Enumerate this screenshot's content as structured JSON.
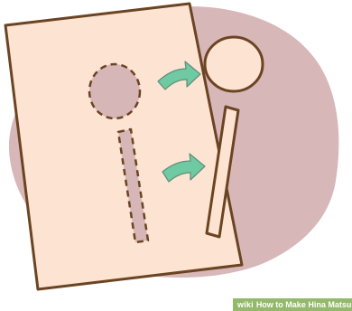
{
  "palette": {
    "background": "#ffffff",
    "blob": "#d8b7b9",
    "paper": "#fde4d2",
    "outline": "#6b4423",
    "cut_shape_fill": "#d7b6b7",
    "arrow": "#6fc9a3",
    "watermark_bar": "#93b96c"
  },
  "icons": [
    "dashed-circle-outline",
    "dashed-stick-outline",
    "curved-arrow-icon",
    "cutout-circle",
    "cutout-stick"
  ],
  "watermark": {
    "brand": "wiki",
    "title": "How to Make Hina Matsu"
  }
}
